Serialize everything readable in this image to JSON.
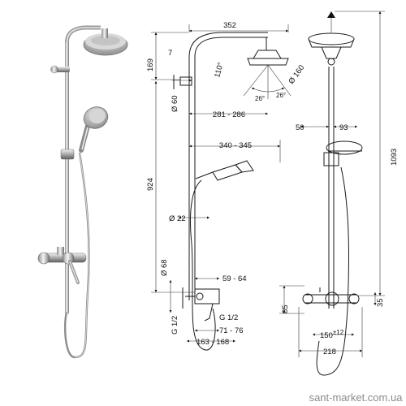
{
  "dimensions": {
    "d352": "352",
    "d7": "7",
    "d169": "169",
    "d110": "110°",
    "d160": "Ø 160",
    "d26a": "26°",
    "d26b": "26°",
    "d60": "Ø 60",
    "d281": "281 - 286",
    "d340": "340 - 345",
    "d924": "924",
    "d22": "Ø 22",
    "d68": "Ø 68",
    "d5964": "59 - 64",
    "dg12a": "G 1/2",
    "dg12b": "G 1/2",
    "d7176": "71 - 76",
    "d163": "163 - 168",
    "d50": "50",
    "d93": "93",
    "d1093": "1093",
    "d85": "85",
    "d35": "35",
    "d150": "150",
    "d150sup": "±12",
    "d218": "218"
  },
  "watermark": "sant-market.com.ua"
}
